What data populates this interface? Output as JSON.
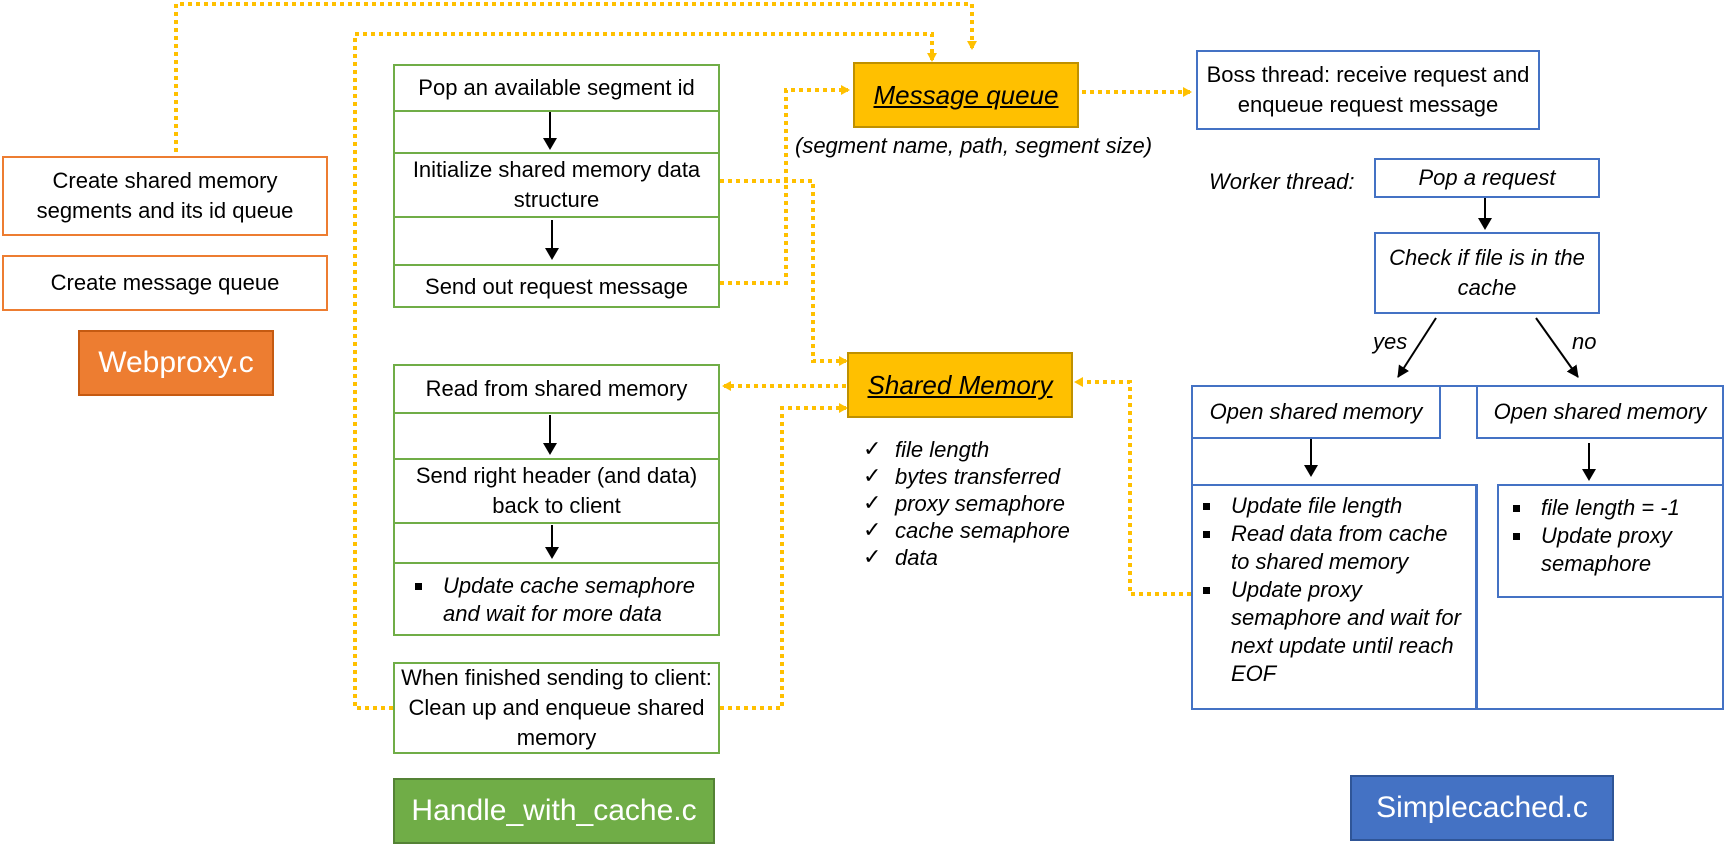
{
  "webproxy": {
    "create_segments": "Create shared memory segments and its id queue",
    "create_queue": "Create message queue",
    "label": "Webproxy.c"
  },
  "handle_with_cache": {
    "pop_segment": "Pop an available segment id",
    "init_shm": "Initialize shared memory data structure",
    "send_request": "Send out request message",
    "read_shm": "Read from shared memory",
    "send_header": "Send right header (and data) back to client",
    "update_cache_sem": "Update cache semaphore and wait for more data",
    "finished": "When finished sending to client: Clean up and enqueue shared memory",
    "label": "Handle_with_cache.c"
  },
  "message_queue": {
    "title": "Message queue",
    "fields": "(segment name, path, segment size)"
  },
  "shared_memory": {
    "title": "Shared Memory",
    "fields": [
      "file length",
      "bytes transferred",
      "proxy semaphore",
      "cache semaphore",
      "data"
    ]
  },
  "simplecached": {
    "boss": "Boss thread: receive request and enqueue request message",
    "worker_label": "Worker thread:",
    "pop_request": "Pop a request",
    "check_cache": "Check if file is in the cache",
    "yes": "yes",
    "no": "no",
    "open_yes": "Open shared memory",
    "open_no": "Open shared memory",
    "yes_steps": [
      "Update file length",
      "Read data from cache to shared memory",
      "Update proxy semaphore and wait for next update until reach EOF"
    ],
    "no_steps": [
      "file length = -1",
      "Update proxy semaphore"
    ],
    "label": "Simplecached.c"
  },
  "colors": {
    "webproxy": "#ED7D31",
    "handle_with_cache": "#70AD47",
    "simplecached": "#4472C4",
    "ipc": "#FFC000"
  }
}
